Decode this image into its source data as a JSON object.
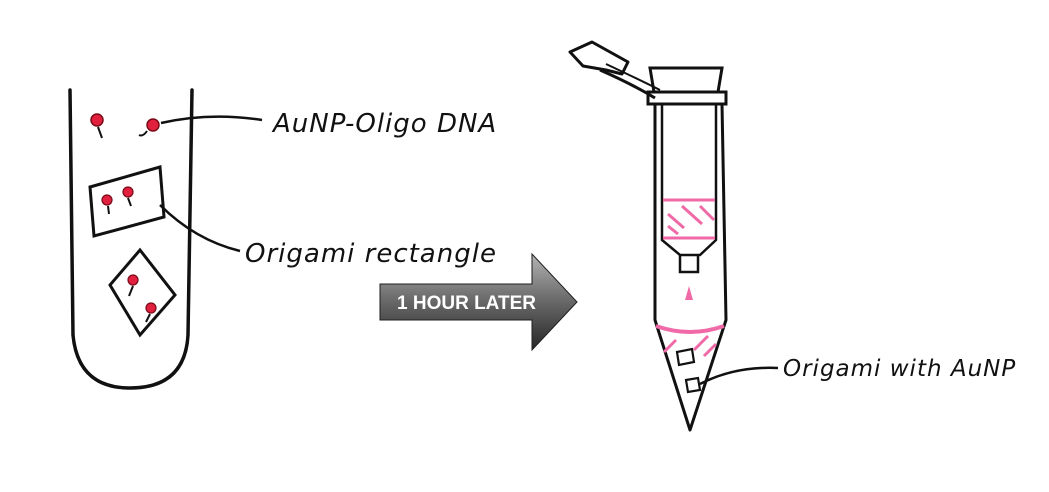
{
  "labels": {
    "aunp_oligo": "AuNP-Oligo DNA",
    "origami_rectangle": "Origami rectangle",
    "origami_with_aunp": "Origami with AuNP"
  },
  "arrow": {
    "text": "1 HOUR LATER"
  },
  "colors": {
    "ink": "#111111",
    "gold_nanoparticle": "#e0203c",
    "pink_band": "#f06aa8",
    "arrow_light": "#9a9a9a",
    "arrow_dark": "#2e2e2e"
  }
}
